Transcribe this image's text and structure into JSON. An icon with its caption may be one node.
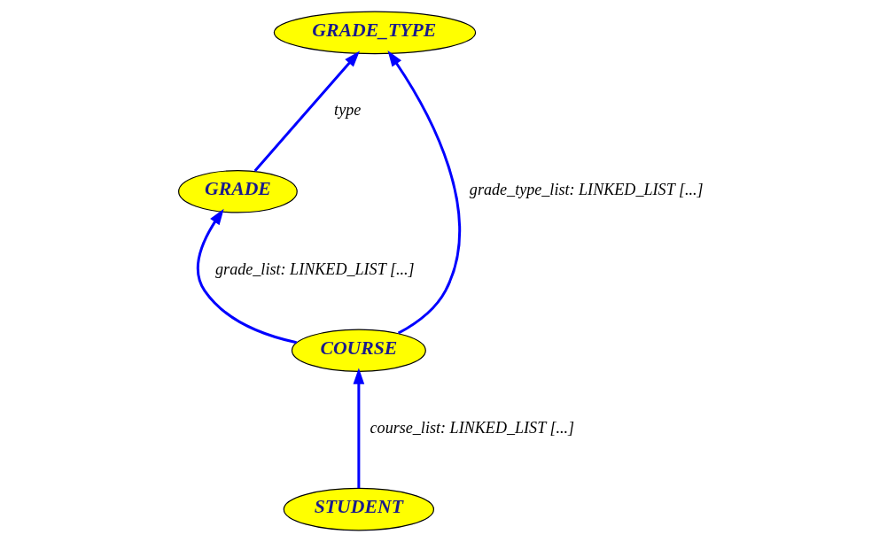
{
  "diagram": {
    "nodes": [
      {
        "text": [
          "GRADE"
        ]
      },
      {
        "text": [
          "GRADE_TYPE"
        ]
      },
      {
        "text": [
          "COURSE"
        ]
      },
      {
        "text": [
          "STUDENT"
        ]
      }
    ],
    "edges": [
      {
        "from": 0,
        "to": 1,
        "arrow": "to",
        "label": "type"
      },
      {
        "from": 2,
        "to": 0,
        "arrow": "to",
        "label": "grade_list: LINKED_LIST [...]"
      },
      {
        "from": 2,
        "to": 1,
        "arrow": "to",
        "label": "grade_type_list: LINKED_LIST [...]"
      },
      {
        "from": 3,
        "to": 2,
        "arrow": "to",
        "label": "course_list: LINKED_LIST [...]"
      }
    ]
  }
}
